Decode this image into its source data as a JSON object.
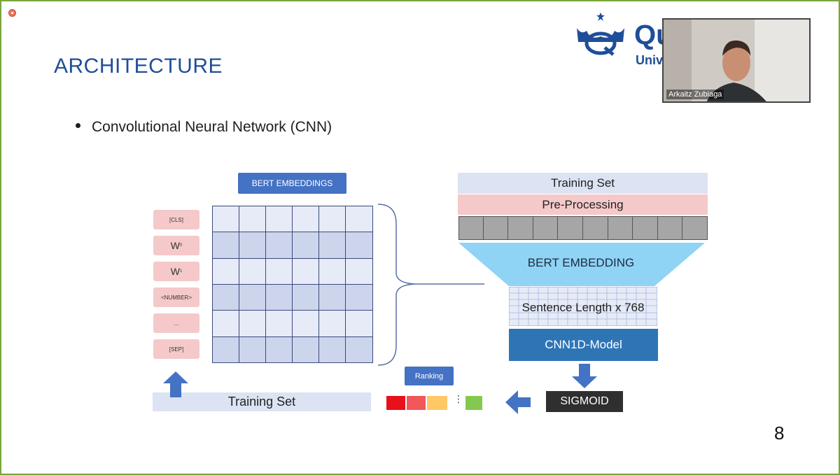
{
  "slide": {
    "title": "ARCHITECTURE",
    "bullet": "Convolutional Neural Network (CNN)",
    "page_number": "8"
  },
  "logo": {
    "text_line1": "Qu",
    "text_line2": "Unive"
  },
  "webcam": {
    "participant_name": "Arkaitz Zubiaga"
  },
  "diagram": {
    "bert_embeddings_label": "BERT EMBEDDINGS",
    "tokens": [
      "[CLS]",
      "W",
      "W",
      "<NUMBER>",
      "...",
      "[SEP]"
    ],
    "token_subscripts": [
      "",
      "0",
      "1",
      "",
      "",
      ""
    ],
    "training_set_top": "Training Set",
    "pre_processing": "Pre-Processing",
    "bert_embedding": "BERT EMBEDDING",
    "sentence_length": "Sentence Length x 768",
    "cnn_model": "CNN1D-Model",
    "sigmoid": "SIGMOID",
    "ranking": "Ranking",
    "training_set_bottom": "Training Set",
    "ranking_dots": "⋮"
  },
  "colors": {
    "accent": "#1f4e99",
    "label_blue": "#4472c4",
    "cnn_blue": "#2e75b6",
    "funnel": "#8fd3f5",
    "pink": "#f5c9c9",
    "light_blue": "#dce3f2"
  }
}
